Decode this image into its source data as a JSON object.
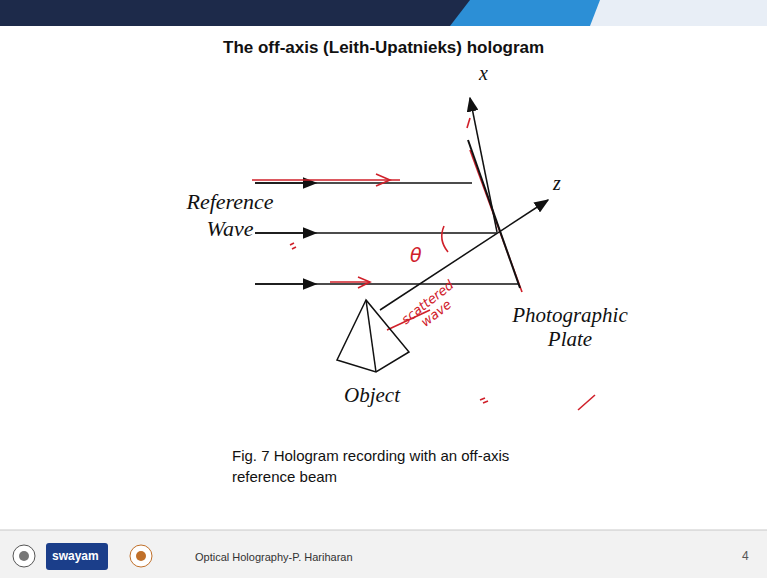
{
  "diagram": {
    "title": "The off-axis (Leith-Upatnieks) hologram",
    "caption": "Fig. 7 Hologram recording with an off-axis reference beam",
    "labels": [
      "x",
      "z",
      "Reference Wave",
      "θ",
      "Photographic Plate",
      "Object",
      "scattered wave",
      "swayam",
      "Optical Holography-P. Hariharan",
      "4"
    ]
  }
}
